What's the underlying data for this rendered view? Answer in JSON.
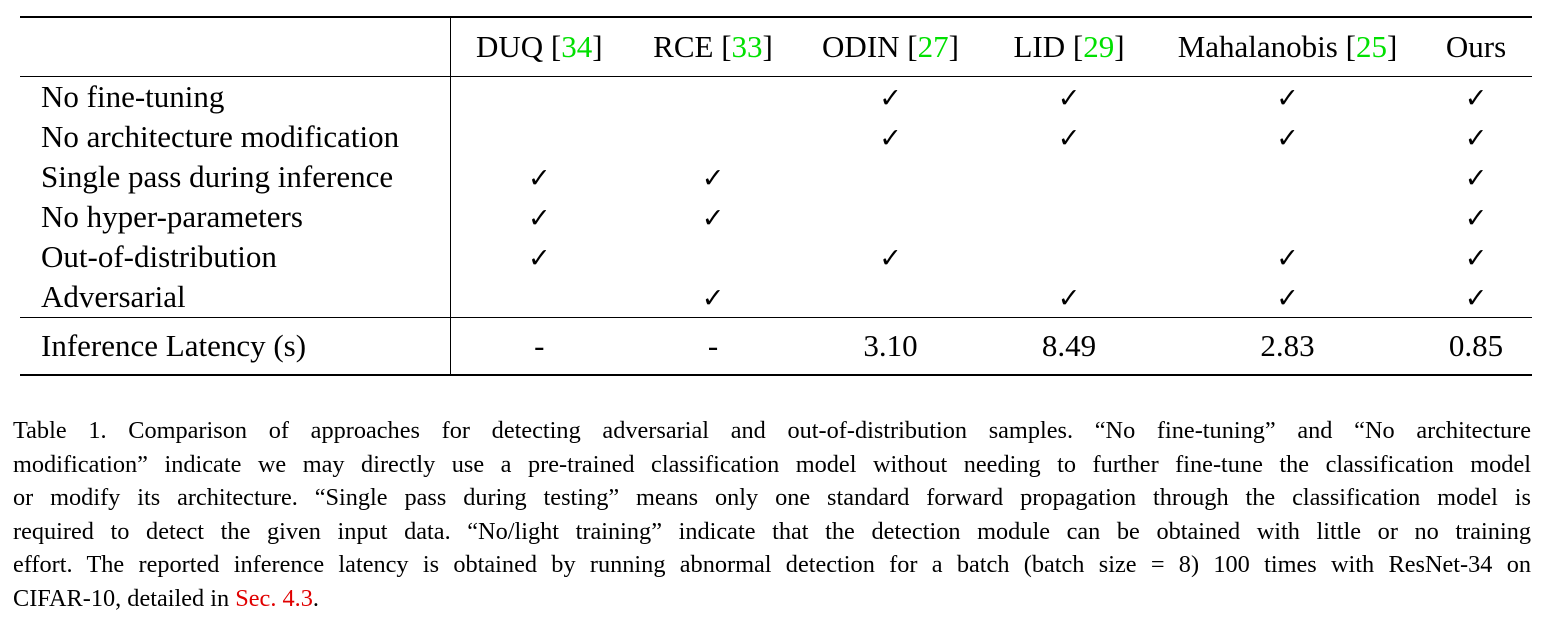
{
  "table": {
    "columns": [
      {
        "name": "DUQ",
        "ref": "34"
      },
      {
        "name": "RCE",
        "ref": "33"
      },
      {
        "name": "ODIN",
        "ref": "27"
      },
      {
        "name": "LID",
        "ref": "29"
      },
      {
        "name": "Mahalanobis",
        "ref": "25"
      },
      {
        "name": "Ours",
        "ref": ""
      }
    ],
    "check_symbol": "✓",
    "rows": [
      {
        "label": "No fine-tuning",
        "marks": [
          false,
          false,
          true,
          true,
          true,
          true
        ]
      },
      {
        "label": "No architecture modification",
        "marks": [
          false,
          false,
          true,
          true,
          true,
          true
        ]
      },
      {
        "label": "Single pass during inference",
        "marks": [
          true,
          true,
          false,
          false,
          false,
          true
        ]
      },
      {
        "label": "No hyper-parameters",
        "marks": [
          true,
          true,
          false,
          false,
          false,
          true
        ]
      },
      {
        "label": "Out-of-distribution",
        "marks": [
          true,
          false,
          true,
          false,
          true,
          true
        ]
      },
      {
        "label": "Adversarial",
        "marks": [
          false,
          true,
          false,
          true,
          true,
          true
        ]
      }
    ],
    "latency": {
      "label": "Inference Latency (s)",
      "values": [
        "-",
        "-",
        "3.10",
        "8.49",
        "2.83",
        "0.85"
      ]
    }
  },
  "caption": {
    "lines": [
      "Table 1. Comparison of approaches for detecting adversarial and out-of-distribution samples. “No fine-tuning” and “No architecture",
      "modification” indicate we may directly use a pre-trained classification model without needing to further fine-tune the classification model",
      "or modify its architecture. “Single pass during testing” means only one standard forward propagation through the classification model is",
      "required to detect the given input data. “No/light training” indicate that the detection module can be obtained with little or no training",
      "effort. The reported inference latency is obtained by running abnormal detection for a batch (batch size = 8) 100 times with ResNet-34 on"
    ],
    "last_line_prefix": "CIFAR-10, detailed in ",
    "link_text": "Sec. 4.3",
    "last_line_suffix": "."
  },
  "colors": {
    "reference_link": "#00e000",
    "section_link": "#e00000"
  }
}
